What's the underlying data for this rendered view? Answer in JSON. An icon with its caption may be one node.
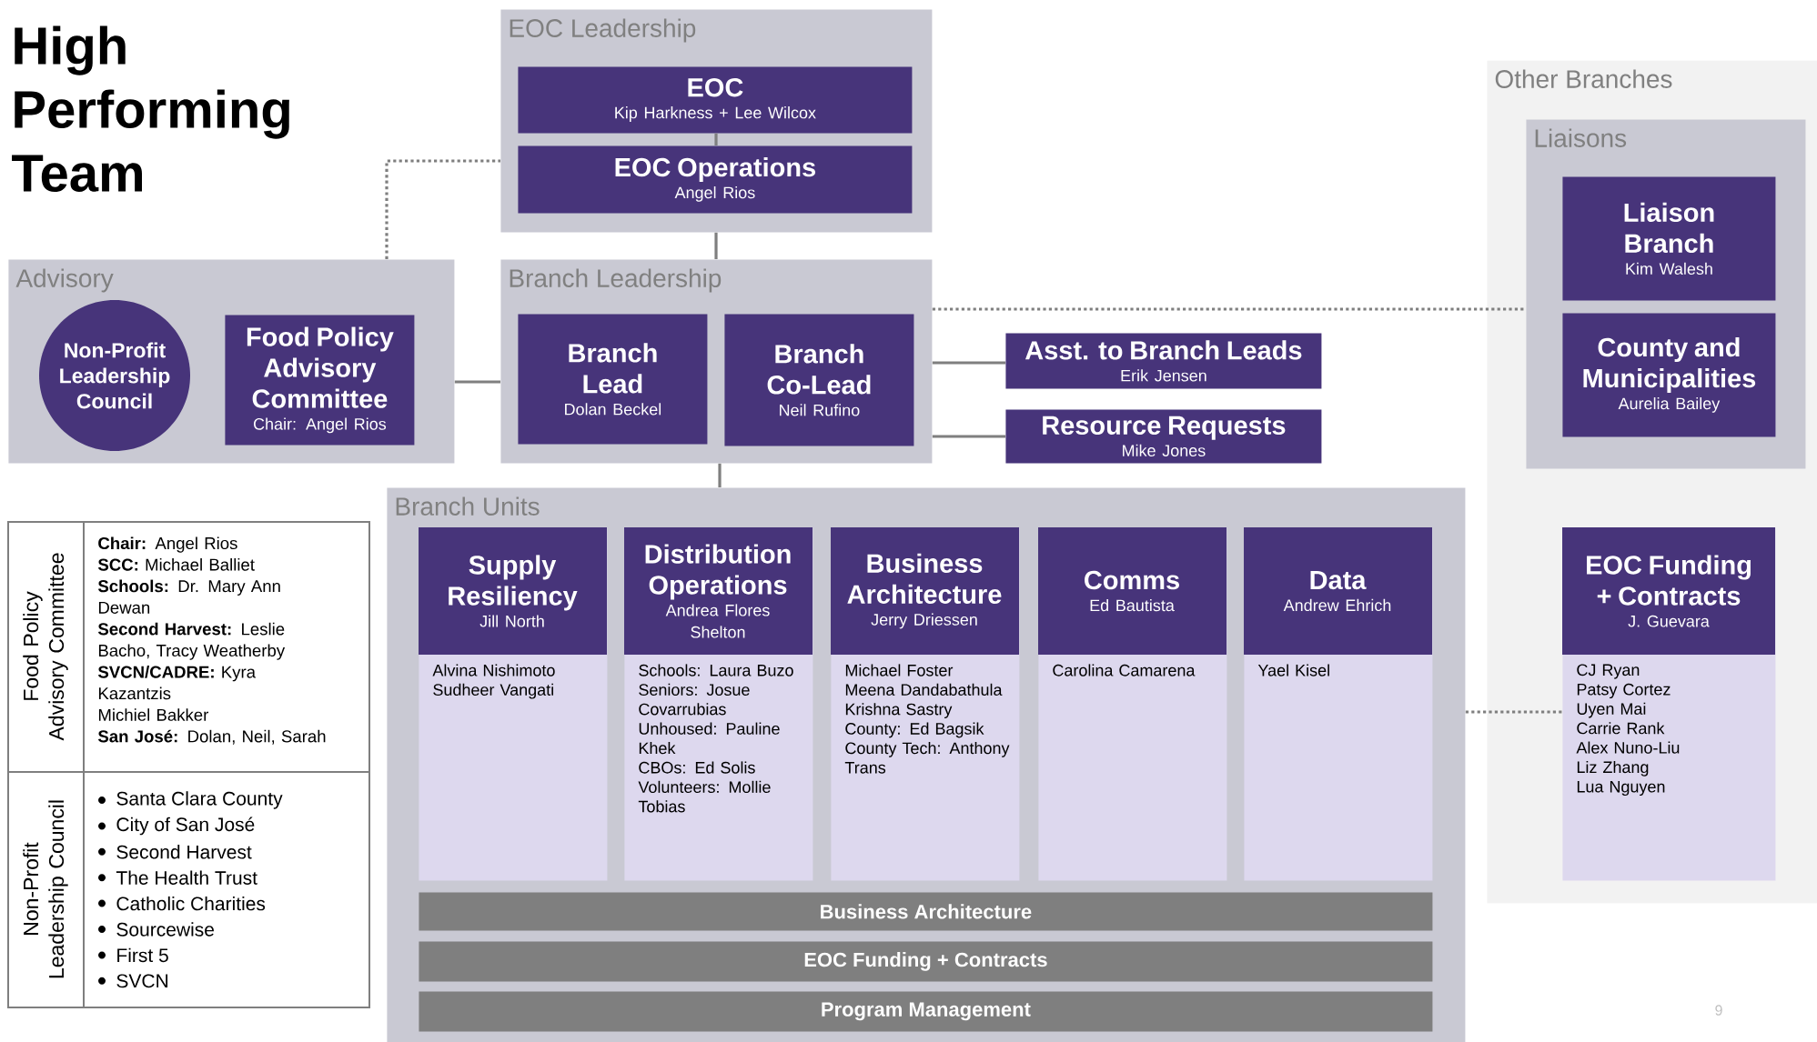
{
  "diagram": {
    "title": "High Performing Team",
    "nodes": [
      {
        "text": [
          "EOC Leadership"
        ]
      },
      {
        "text": [
          "EOC",
          "Kip Harkness + Lee Wilcox"
        ],
        "in": 0
      },
      {
        "text": [
          "EOC Operations",
          "Angel Rios"
        ],
        "in": 0
      },
      {
        "text": [
          "Advisory"
        ]
      },
      {
        "text": [
          "Non-Profit Leadership Council"
        ],
        "in": 3
      },
      {
        "text": [
          "Food Policy Advisory Committee",
          "Chair: Angel Rios"
        ],
        "in": 3
      },
      {
        "text": [
          "Branch Leadership"
        ]
      },
      {
        "text": [
          "Branch Lead",
          "Dolan Beckel"
        ],
        "in": 6
      },
      {
        "text": [
          "Branch Co-Lead",
          "Neil Rufino"
        ],
        "in": 6
      },
      {
        "text": [
          "Asst. to Branch Leads",
          "Erik Jensen"
        ]
      },
      {
        "text": [
          "Resource Requests",
          "Mike Jones"
        ]
      },
      {
        "text": [
          "Other Branches"
        ]
      },
      {
        "text": [
          "Liaisons"
        ],
        "in": 11
      },
      {
        "text": [
          "Liaison Branch",
          "Kim Walesh"
        ],
        "in": 12
      },
      {
        "text": [
          "County and Municipalities",
          "Aurelia Bailey"
        ],
        "in": 12
      },
      {
        "text": [
          "Branch Units"
        ]
      },
      {
        "text": [
          "Supply Resiliency",
          "Jill North",
          "Alvina Nishimoto",
          "Sudheer Vangati"
        ],
        "in": 15
      },
      {
        "text": [
          "Distribution Operations",
          "Andrea Flores Shelton",
          "Schools: Laura Buzo",
          "Seniors: Josue Covarrubias",
          "Unhoused: Pauline Khek",
          "CBOs: Ed Solis",
          "Volunteers: Mollie Tobias"
        ],
        "in": 15
      },
      {
        "text": [
          "Business Architecture",
          "Jerry Driessen",
          "Michael Foster",
          "Meena Dandabathula",
          "Krishna Sastry",
          "County: Ed Bagsik",
          "County Tech: Anthony Trans"
        ],
        "in": 15
      },
      {
        "text": [
          "Comms",
          "Ed Bautista",
          "Carolina Camarena"
        ],
        "in": 15
      },
      {
        "text": [
          "Data",
          "Andrew Ehrich",
          "Yael Kisel"
        ],
        "in": 15
      },
      {
        "text": [
          "Business Architecture"
        ],
        "in": 15
      },
      {
        "text": [
          "EOC Funding + Contracts"
        ],
        "in": 15
      },
      {
        "text": [
          "Program Management"
        ],
        "in": 15
      },
      {
        "text": [
          "EOC Funding + Contracts",
          "J. Guevara",
          "CJ Ryan",
          "Patsy Cortez",
          "Uyen Mai",
          "Carrie Rank",
          "Alex Nuno-Liu",
          "Liz Zhang",
          "Lua Nguyen"
        ],
        "in": 11
      }
    ],
    "edges": [
      {
        "from": 1,
        "to": 2,
        "arrow": "none"
      },
      {
        "from": 3,
        "to": 0,
        "arrow": "none",
        "style": "dashed"
      },
      {
        "from": 0,
        "to": 6,
        "arrow": "none"
      },
      {
        "from": 3,
        "to": 6,
        "arrow": "none"
      },
      {
        "from": 6,
        "to": 9,
        "arrow": "none"
      },
      {
        "from": 6,
        "to": 10,
        "arrow": "none"
      },
      {
        "from": 6,
        "to": 12,
        "arrow": "none",
        "style": "dashed"
      },
      {
        "from": 6,
        "to": 15,
        "arrow": "none"
      },
      {
        "from": 15,
        "to": 24,
        "arrow": "none",
        "style": "dashed"
      }
    ],
    "labels": [
      "Food Policy Advisory Committee",
      "**Chair:** Angel Rios",
      "**SCC:** Michael Balliet",
      "**Schools:** Dr. Mary Ann Dewan",
      "**Second Harvest:** Leslie Bacho, Tracy Weatherby",
      "**SVCN/CADRE:** Kyra Kazantzis",
      "Michiel Bakker",
      "**San José:** Dolan, Neil, Sarah",
      "Non-Profit Leadership Council",
      "Santa Clara County",
      "City of San José",
      "Second Harvest",
      "The Health Trust",
      "Catholic Charities",
      "Sourcewise",
      "First 5",
      "SVCN",
      "9"
    ]
  }
}
